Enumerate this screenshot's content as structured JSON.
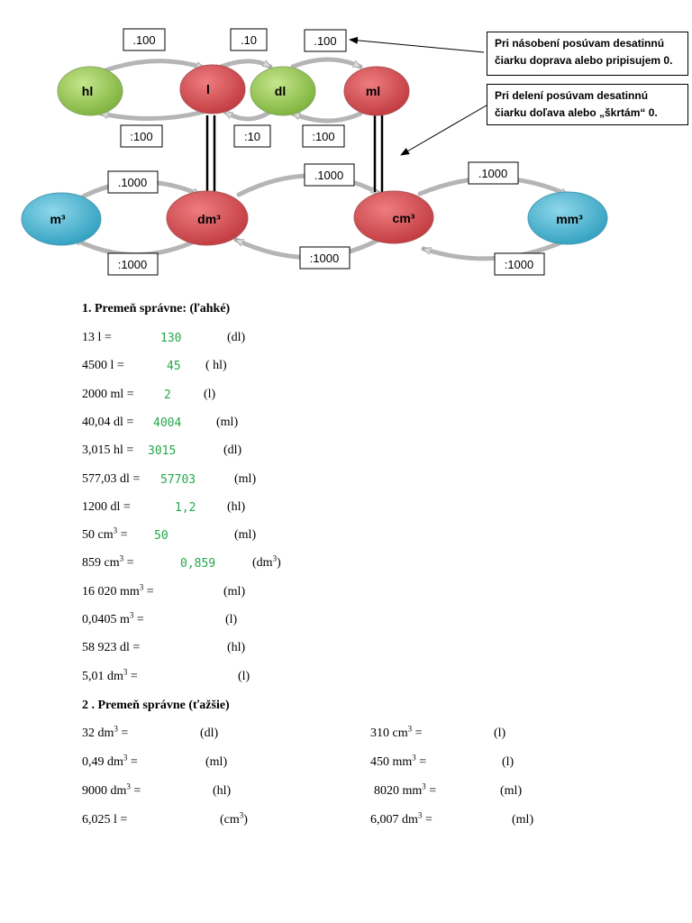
{
  "diagram": {
    "nodes": {
      "hl": "hl",
      "l": "l",
      "dl": "dl",
      "ml": "ml",
      "m3": "m³",
      "dm3": "dm³",
      "cm3": "cm³",
      "mm3": "mm³"
    },
    "factors": {
      "hl_l_mul": ".100",
      "l_dl_mul": ".10",
      "dl_ml_mul": ".100",
      "hl_l_div": ":100",
      "l_dl_div": ":10",
      "dl_ml_div": ":100",
      "m3_dm3_mul": ".1000",
      "dm3_cm3_mul": ".1000",
      "cm3_mm3_mul": ".1000",
      "m3_dm3_div": ":1000",
      "dm3_cm3_div": ":1000",
      "cm3_mm3_div": ":1000"
    },
    "notes": {
      "multiply": "Pri násobení posúvam desatinnú čiarku doprava alebo pripisujem 0.",
      "divide": "Pri delení posúvam desatinnú čiarku doľava alebo „škrtám“ 0."
    },
    "colors": {
      "green": "#8dc24a",
      "red": "#d2464b",
      "blue": "#3aaecb"
    }
  },
  "section1": {
    "title": "1. Premeň správne: (ľahké)",
    "rows": [
      {
        "expr": "13  l =",
        "answer": "130",
        "unit": "(dl)"
      },
      {
        "expr": "4500  l =",
        "answer": "45",
        "unit": "( hl)"
      },
      {
        "expr": "2000 ml =",
        "answer": "2",
        "unit": "(l)"
      },
      {
        "expr": "40,04 dl =",
        "answer": "4004",
        "unit": "(ml)"
      },
      {
        "expr": "3,015  hl =",
        "answer": "3015",
        "unit": "(dl)"
      },
      {
        "expr": "577,03 dl =",
        "answer": "57703",
        "unit": "(ml)"
      },
      {
        "expr": "1200 dl =",
        "answer": "1,2",
        "unit": "(hl)"
      },
      {
        "expr": "50 cm³ =",
        "answer": "50",
        "unit": "(ml)"
      },
      {
        "expr": "859 cm³ =",
        "answer": "0,859",
        "unit": "(dm³)"
      },
      {
        "expr": "16 020 mm³ =",
        "answer": "",
        "unit": "(ml)"
      },
      {
        "expr": "0,0405 m³ =",
        "answer": "",
        "unit": "(l)"
      },
      {
        "expr": "58 923 dl =",
        "answer": "",
        "unit": "(hl)"
      },
      {
        "expr": "5,01 dm³ =",
        "answer": "",
        "unit": "(l)"
      }
    ]
  },
  "section2": {
    "title": "2 . Premeň správne (ťažšie)",
    "left": [
      {
        "expr": "32 dm³ =",
        "unit": "(dl)"
      },
      {
        "expr": "0,49 dm³ =",
        "unit": "(ml)"
      },
      {
        "expr": "9000 dm³ =",
        "unit": "(hl)"
      },
      {
        "expr": "6,025  l =",
        "unit": "(cm³)"
      }
    ],
    "right": [
      {
        "expr": "310 cm³ =",
        "unit": "(l)"
      },
      {
        "expr": "450 mm³ =",
        "unit": "(l)"
      },
      {
        "expr": "8020 mm³ =",
        "unit": "(ml)"
      },
      {
        "expr": "6,007 dm³ =",
        "unit": "(ml)"
      }
    ]
  }
}
